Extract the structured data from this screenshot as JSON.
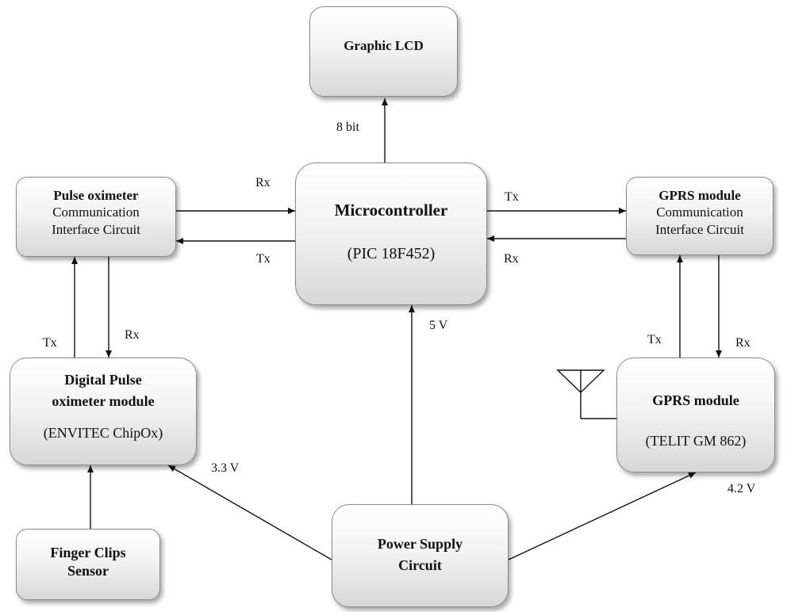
{
  "blocks": {
    "graphic_lcd": "Graphic LCD",
    "microcontroller": {
      "title": "Microcontroller",
      "part": "(PIC 18F452)"
    },
    "pulse_interface": {
      "title": "Pulse oximeter",
      "line2": "Communication",
      "line3": "Interface Circuit"
    },
    "gprs_interface": {
      "title": "GPRS module",
      "line2": "Communication",
      "line3": "Interface Circuit"
    },
    "pulse_module": {
      "line1": "Digital Pulse",
      "line2": "oximeter module",
      "part": "(ENVITEC ChipOx)"
    },
    "gprs_module": {
      "title": "GPRS module",
      "part": "(TELIT GM 862)"
    },
    "finger_sensor": {
      "line1": "Finger Clips",
      "line2": "Sensor"
    },
    "power_supply": {
      "line1": "Power Supply",
      "line2": "Circuit"
    }
  },
  "labels": {
    "lcd_bus": "8 bit",
    "mcu_rx_left": "Rx",
    "mcu_tx_left": "Tx",
    "mcu_tx_right": "Tx",
    "mcu_rx_right": "Rx",
    "pulse_tx": "Tx",
    "pulse_rx": "Rx",
    "gprs_tx": "Tx",
    "gprs_rx": "Rx",
    "v_mcu": "5 V",
    "v_pulse": "3.3 V",
    "v_gprs": "4.2 V"
  },
  "icons": {
    "antenna": "antenna-icon"
  }
}
